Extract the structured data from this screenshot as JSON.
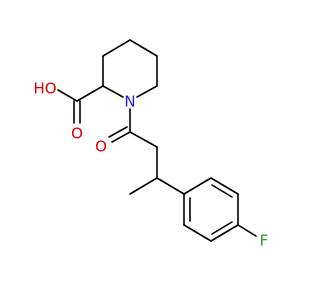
{
  "molecule": {
    "atoms": {
      "nitrogen": {
        "symbol": "N",
        "color": "#1a1ae6"
      },
      "carbonyl_oxygen": {
        "symbol": "O",
        "color": "#e00000"
      },
      "carboxyl_oxygen": {
        "symbol": "O",
        "color": "#e00000"
      },
      "hydroxyl": {
        "symbol": "HO",
        "color": "#e00000"
      },
      "fluorine": {
        "symbol": "F",
        "color": "#2b9a2b"
      }
    },
    "bond_color": "#000000"
  }
}
